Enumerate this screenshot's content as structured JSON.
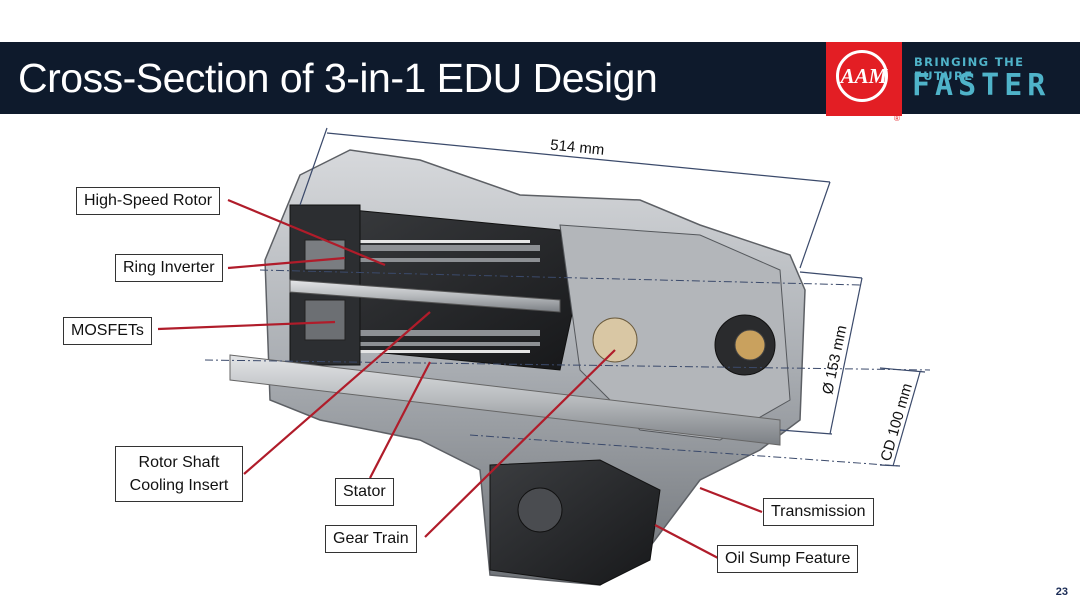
{
  "slide": {
    "title": "Cross-Section of 3-in-1 EDU Design",
    "page_number": "23"
  },
  "brand": {
    "logo_text": "AAM",
    "registered": "®",
    "tagline_top": "BRINGING THE FUTURE",
    "tagline_bottom": "FASTER",
    "colors": {
      "header": "#0e1a2c",
      "logo_red": "#e31e24",
      "tagline": "#4fb3c9",
      "leader_lines": "#b01c2a"
    }
  },
  "callouts": {
    "high_speed_rotor": "High-Speed Rotor",
    "ring_inverter": "Ring Inverter",
    "mosfets": "MOSFETs",
    "rotor_shaft_cooling_insert": "Rotor Shaft Cooling Insert",
    "stator": "Stator",
    "gear_train": "Gear Train",
    "transmission": "Transmission",
    "oil_sump_feature": "Oil Sump Feature"
  },
  "dimensions": {
    "length": "514 mm",
    "diameter": "Ø 153 mm",
    "center_distance": "CD 100 mm"
  }
}
